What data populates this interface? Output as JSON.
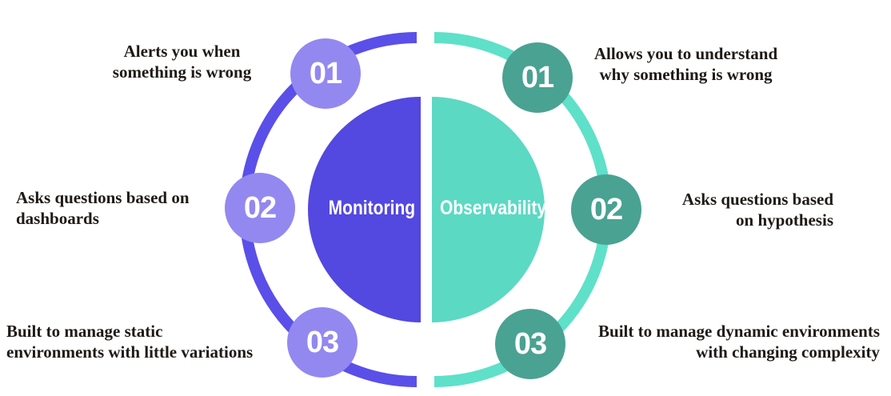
{
  "diagram": {
    "left": {
      "label": "Monitoring",
      "fill_color": "#5348E0",
      "ring_color": "#5A4FE8",
      "badge_color": "#9388F0",
      "items": [
        {
          "number": "01",
          "lines": [
            "Alerts you when",
            "something is wrong"
          ]
        },
        {
          "number": "02",
          "lines": [
            "Asks questions based on",
            "dashboards"
          ]
        },
        {
          "number": "03",
          "lines": [
            "Built to manage static",
            "environments with little variations"
          ]
        }
      ]
    },
    "right": {
      "label": "Observability",
      "fill_color": "#5CD9C3",
      "ring_color": "#5FE0C9",
      "badge_color": "#4AA292",
      "items": [
        {
          "number": "01",
          "lines": [
            "Allows you to understand",
            "why something is wrong"
          ]
        },
        {
          "number": "02",
          "lines": [
            "Asks questions based",
            "on hypothesis"
          ]
        },
        {
          "number": "03",
          "lines": [
            "Built to manage dynamic environments",
            "with changing complexity"
          ]
        }
      ]
    },
    "text_color": "#1e1a16",
    "background_color": "#ffffff"
  }
}
